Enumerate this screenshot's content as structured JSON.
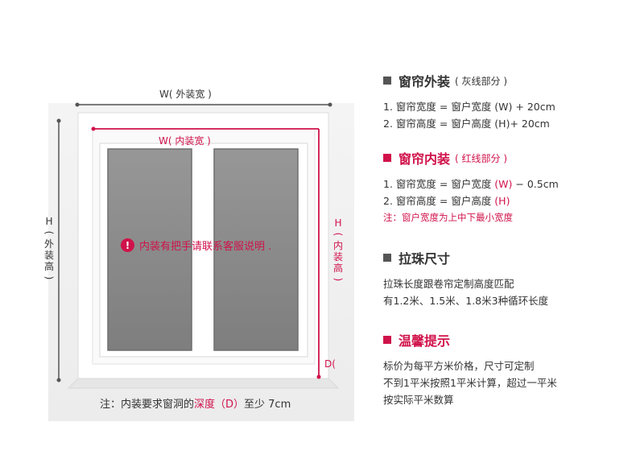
{
  "diagram": {
    "outer_width_label": "W( 外装宽 )",
    "inner_width_label": "W( 内装宽 )",
    "outer_height_chars": [
      "H",
      "(",
      "外",
      "装",
      "高",
      ")"
    ],
    "inner_height_chars": [
      "H",
      "(",
      "内",
      "装",
      "高",
      ")"
    ],
    "depth_label": "D(",
    "warning_text": "内装有把手请联系客服说明 .",
    "warning_icon": "!",
    "note_prefix": "注：内装要求窗洞的",
    "note_highlight": "深度（D）",
    "note_suffix": "至少 7cm",
    "colors": {
      "gray_line": "#555555",
      "red_line": "#d0124a",
      "glass": "#8c8c8c"
    }
  },
  "sections": {
    "outer": {
      "title": "窗帘外装",
      "subtitle": "( 灰线部分 )",
      "bullet_color": "#555555",
      "lines": [
        {
          "main": "1. 窗帘宽度 = 窗户宽度 (W) + 20cm"
        },
        {
          "main": "2. 窗帘高度 = 窗户高度 (H)+ 20cm"
        }
      ]
    },
    "inner": {
      "title": "窗帘内装",
      "subtitle": "( 红线部分 )",
      "bullet_color": "#d0124a",
      "line1_prefix": "1. 窗帘宽度 = 窗户宽度 ",
      "line1_red": "(W)",
      "line1_suffix": " − 0.5cm",
      "line2_prefix": "2. 窗帘高度 = 窗户高度 ",
      "line2_red": "(H)",
      "note": "注：窗户宽度为上中下最小宽度"
    },
    "pull": {
      "title": "拉珠尺寸",
      "bullet_color": "#555555",
      "lines": [
        "拉珠长度跟卷帘定制高度匹配",
        "有1.2米、1.5米、1.8米3种循环长度"
      ]
    },
    "tips": {
      "title": "温馨提示",
      "bullet_color": "#d0124a",
      "lines": [
        "标价为每平方米价格，尺寸可定制",
        "不到1平米按照1平米计算，超过一平米",
        "按实际平米数算"
      ]
    }
  }
}
